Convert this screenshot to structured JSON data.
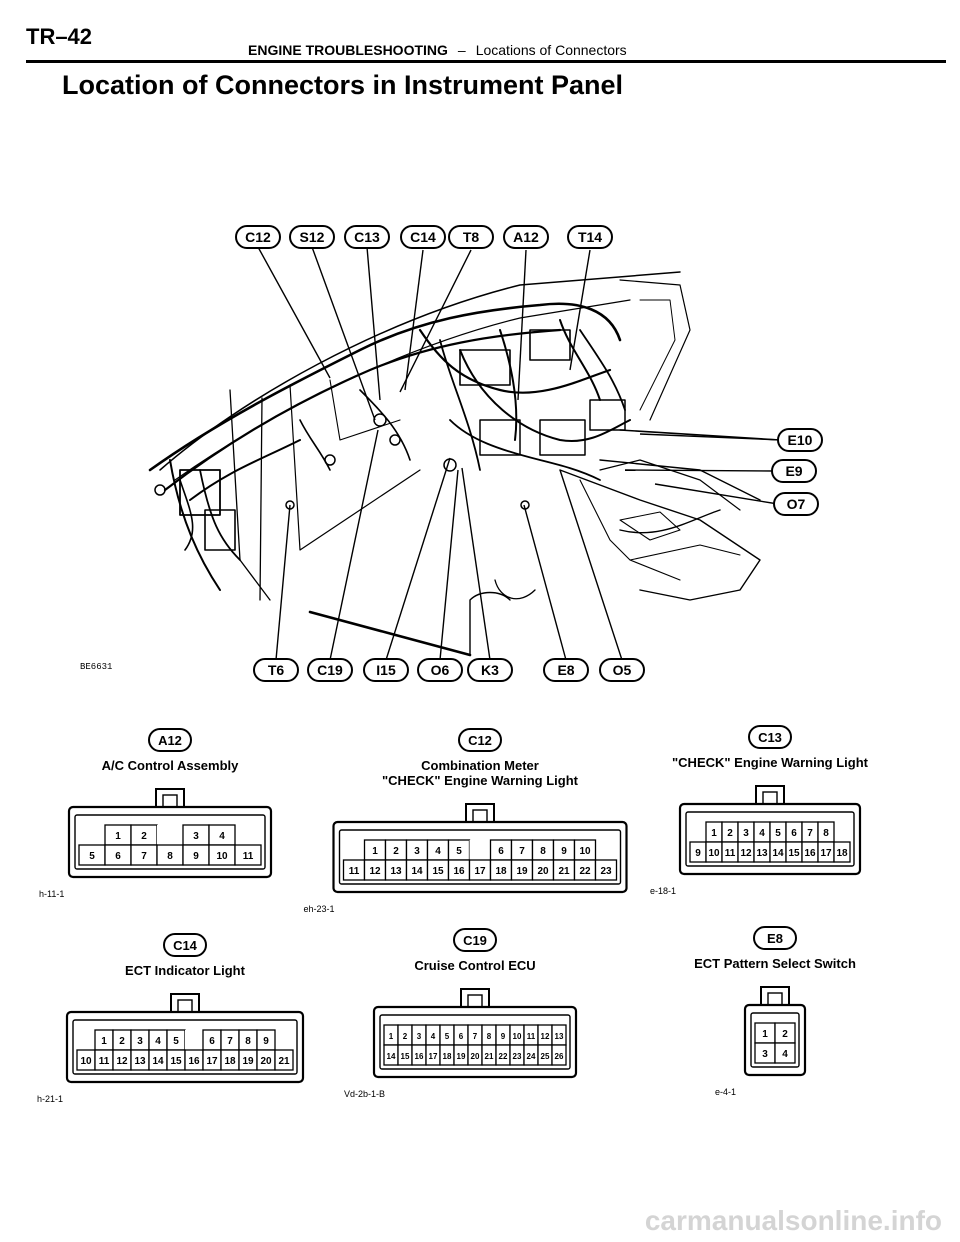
{
  "header": {
    "page_number": "TR–42",
    "section": "ENGINE TROUBLESHOOTING",
    "separator": "–",
    "subsection": "Locations of Connectors"
  },
  "page_title": "Location of Connectors in Instrument Panel",
  "diagram": {
    "figure_code": "BE6631",
    "top_labels": [
      "C12",
      "S12",
      "C13",
      "C14",
      "T8",
      "A12",
      "T14"
    ],
    "right_labels": [
      "E10",
      "E9",
      "O7"
    ],
    "bottom_labels": [
      "T6",
      "C19",
      "I15",
      "O6",
      "K3",
      "E8",
      "O5"
    ]
  },
  "connectors": [
    {
      "code": "A12",
      "name_lines": [
        "A/C Control Assembly"
      ],
      "ref": "h-11-1",
      "rows": [
        [
          "1",
          "2",
          "",
          "3",
          "4"
        ],
        [
          "5",
          "6",
          "7",
          "8",
          "9",
          "10",
          "11"
        ]
      ]
    },
    {
      "code": "C12",
      "name_lines": [
        "Combination Meter",
        "\"CHECK\" Engine Warning Light"
      ],
      "ref": "eh-23-1",
      "rows": [
        [
          "1",
          "2",
          "3",
          "4",
          "5",
          "",
          "6",
          "7",
          "8",
          "9",
          "10"
        ],
        [
          "11",
          "12",
          "13",
          "14",
          "15",
          "16",
          "17",
          "18",
          "19",
          "20",
          "21",
          "22",
          "23"
        ]
      ]
    },
    {
      "code": "C13",
      "name_lines": [
        "\"CHECK\" Engine Warning Light"
      ],
      "ref": "e-18-1",
      "rows": [
        [
          "1",
          "2",
          "3",
          "4",
          "5",
          "6",
          "7",
          "8"
        ],
        [
          "9",
          "10",
          "11",
          "12",
          "13",
          "14",
          "15",
          "16",
          "17",
          "18"
        ]
      ]
    },
    {
      "code": "C14",
      "name_lines": [
        "ECT Indicator Light"
      ],
      "ref": "h-21-1",
      "rows": [
        [
          "1",
          "2",
          "3",
          "4",
          "5",
          "",
          "6",
          "7",
          "8",
          "9"
        ],
        [
          "10",
          "11",
          "12",
          "13",
          "14",
          "15",
          "16",
          "17",
          "18",
          "19",
          "20",
          "21"
        ]
      ]
    },
    {
      "code": "C19",
      "name_lines": [
        "Cruise Control ECU"
      ],
      "ref": "Vd-2b-1-B",
      "rows": [
        [
          "1",
          "2",
          "3",
          "4",
          "5",
          "6",
          "7",
          "8",
          "9",
          "10",
          "11",
          "12",
          "13"
        ],
        [
          "14",
          "15",
          "16",
          "17",
          "18",
          "19",
          "20",
          "21",
          "22",
          "23",
          "24",
          "25",
          "26"
        ]
      ]
    },
    {
      "code": "E8",
      "name_lines": [
        "ECT Pattern Select Switch"
      ],
      "ref": "e-4-1",
      "rows": [
        [
          "1",
          "2"
        ],
        [
          "3",
          "4"
        ]
      ]
    }
  ],
  "watermark": "carmanualsonline.info"
}
